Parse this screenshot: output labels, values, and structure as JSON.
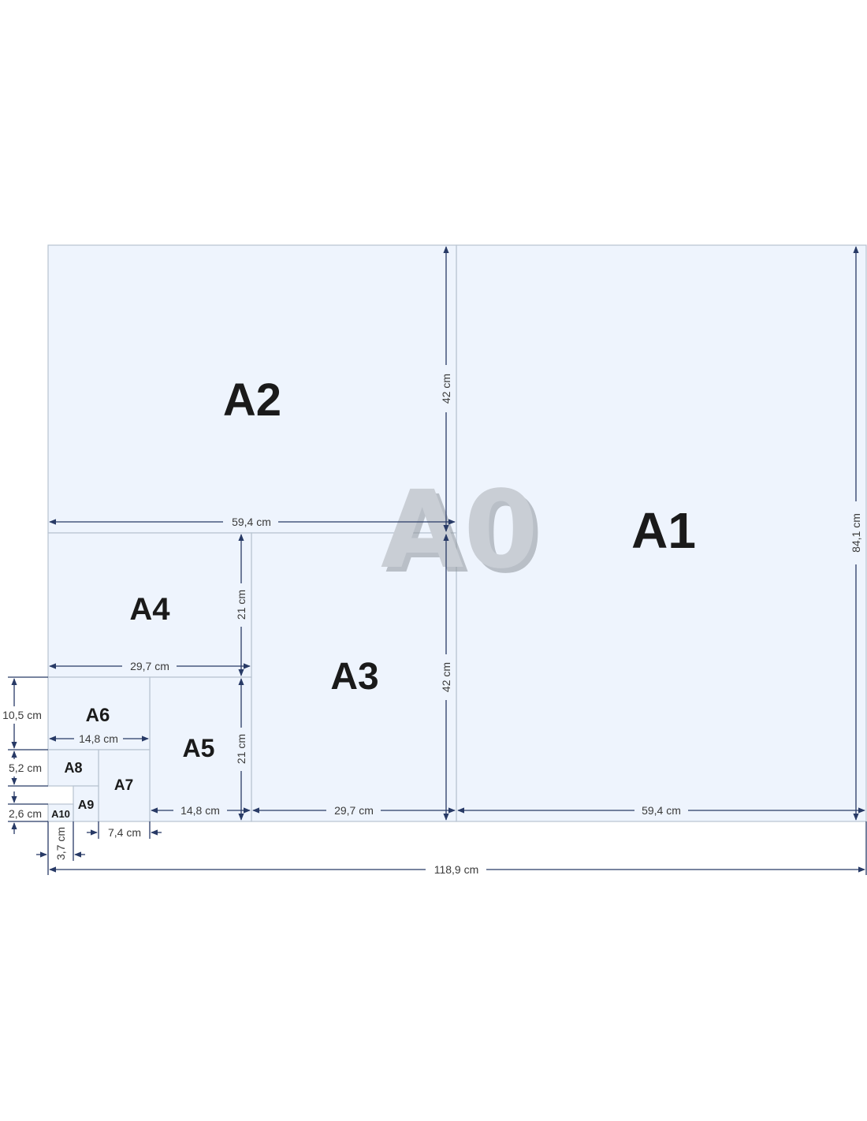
{
  "labels": {
    "a0": "A0",
    "a1": "A1",
    "a2": "A2",
    "a3": "A3",
    "a4": "A4",
    "a5": "A5",
    "a6": "A6",
    "a7": "A7",
    "a8": "A8",
    "a9": "A9",
    "a10": "A10"
  },
  "dims": {
    "a2_height": "42 cm",
    "a3_height": "42 cm",
    "a0_height": "84,1 cm",
    "a2_width": "59,4 cm",
    "a4_height": "21 cm",
    "a4_width": "29,7 cm",
    "a5_height": "21 cm",
    "a6_height": "10,5 cm",
    "a6_width": "14,8 cm",
    "a8_height": "5,2 cm",
    "a10_height": "2,6 cm",
    "a5_width": "14,8 cm",
    "a3_width": "29,7 cm",
    "a1_width": "59,4 cm",
    "a7_width": "7,4 cm",
    "a10_width": "3,7 cm",
    "a0_width": "118,9 cm"
  },
  "colors": {
    "sheet_fill": "#eef4fd",
    "border": "#b7c3d0",
    "dimension_line": "#283a66",
    "a0_watermark": "#c9ced5"
  }
}
